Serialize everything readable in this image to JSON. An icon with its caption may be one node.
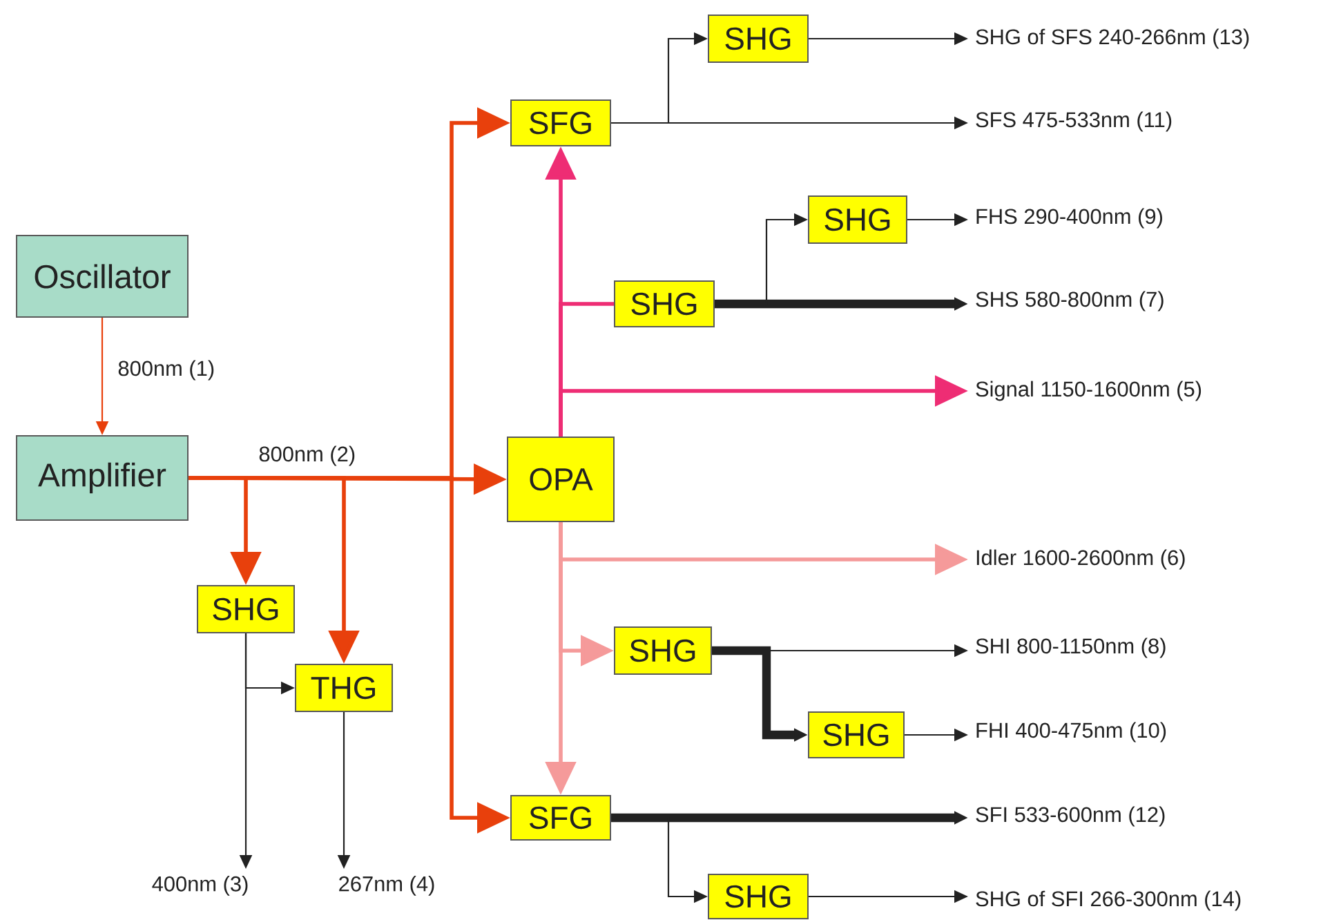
{
  "diagram": {
    "nodes": [
      {
        "text": [
          "Oscillator"
        ]
      },
      {
        "text": [
          "Amplifier"
        ]
      },
      {
        "text": [
          "OPA"
        ]
      },
      {
        "text": [
          "SHG"
        ]
      },
      {
        "text": [
          "THG"
        ]
      },
      {
        "text": [
          "SFG"
        ]
      },
      {
        "text": [
          "SHG"
        ]
      },
      {
        "text": [
          "SHG"
        ]
      },
      {
        "text": [
          "SHG"
        ]
      },
      {
        "text": [
          "SHG"
        ]
      },
      {
        "text": [
          "SHG"
        ]
      },
      {
        "text": [
          "SFG"
        ]
      },
      {
        "text": [
          "SHG"
        ]
      },
      {
        "text": [
          "SHG of SFS 240-266nm (13)"
        ]
      },
      {
        "text": [
          "SFS 475-533nm (11)"
        ]
      },
      {
        "text": [
          "FHS 290-400nm (9)"
        ]
      },
      {
        "text": [
          "SHS 580-800nm (7)"
        ]
      },
      {
        "text": [
          "Signal 1150-1600nm (5)"
        ]
      },
      {
        "text": [
          "Idler 1600-2600nm (6)"
        ]
      },
      {
        "text": [
          "SHI 800-1150nm (8)"
        ]
      },
      {
        "text": [
          "FHI 400-475nm (10)"
        ]
      },
      {
        "text": [
          "SFI 533-600nm (12)"
        ]
      },
      {
        "text": [
          "SHG of SFI 266-300nm (14)"
        ]
      },
      {
        "text": [
          "400nm (3)"
        ]
      },
      {
        "text": [
          "267nm (4)"
        ]
      }
    ],
    "edges": [
      {
        "from": 0,
        "to": 1,
        "arrow": "to",
        "label": "800nm (1)",
        "color": "#e8400c"
      },
      {
        "from": 1,
        "to": 2,
        "arrow": "to",
        "label": "800nm (2)",
        "color": "#e8400c"
      },
      {
        "from": 1,
        "to": 3,
        "arrow": "to",
        "color": "#e8400c"
      },
      {
        "from": 1,
        "to": 4,
        "arrow": "to",
        "color": "#e8400c"
      },
      {
        "from": 1,
        "to": 5,
        "arrow": "to",
        "color": "#e8400c"
      },
      {
        "from": 1,
        "to": 11,
        "arrow": "to",
        "color": "#e8400c"
      },
      {
        "from": 3,
        "to": 4,
        "arrow": "to"
      },
      {
        "from": 3,
        "to": 23,
        "arrow": "to"
      },
      {
        "from": 4,
        "to": 24,
        "arrow": "to"
      },
      {
        "from": 2,
        "to": 5,
        "arrow": "to",
        "color": "#ee2d74"
      },
      {
        "from": 2,
        "to": 7,
        "arrow": "none",
        "color": "#ee2d74"
      },
      {
        "from": 2,
        "to": 17,
        "arrow": "to",
        "color": "#ee2d74"
      },
      {
        "from": 2,
        "to": 18,
        "arrow": "to",
        "color": "#f59a9a"
      },
      {
        "from": 2,
        "to": 9,
        "arrow": "to",
        "color": "#f59a9a"
      },
      {
        "from": 2,
        "to": 11,
        "arrow": "to",
        "color": "#f59a9a"
      },
      {
        "from": 5,
        "to": 6,
        "arrow": "to"
      },
      {
        "from": 5,
        "to": 14,
        "arrow": "to"
      },
      {
        "from": 6,
        "to": 13,
        "arrow": "to"
      },
      {
        "from": 7,
        "to": 16,
        "arrow": "to",
        "style": "thick"
      },
      {
        "from": 7,
        "to": 8,
        "arrow": "to"
      },
      {
        "from": 8,
        "to": 15,
        "arrow": "to"
      },
      {
        "from": 9,
        "to": 19,
        "arrow": "to"
      },
      {
        "from": 9,
        "to": 10,
        "arrow": "to",
        "style": "thick"
      },
      {
        "from": 10,
        "to": 20,
        "arrow": "to"
      },
      {
        "from": 11,
        "to": 21,
        "arrow": "to",
        "style": "thick"
      },
      {
        "from": 11,
        "to": 12,
        "arrow": "to"
      },
      {
        "from": 12,
        "to": 22,
        "arrow": "to"
      }
    ]
  }
}
